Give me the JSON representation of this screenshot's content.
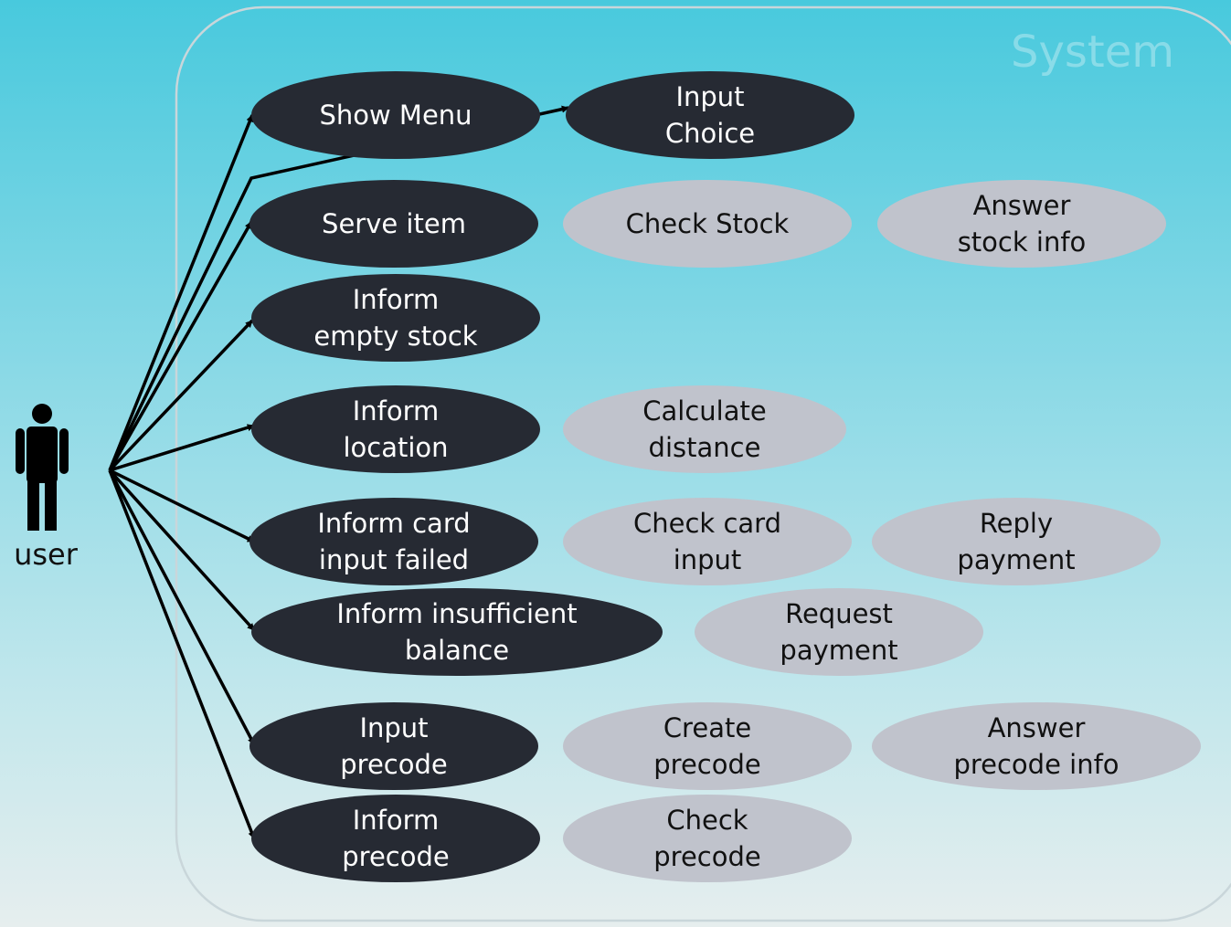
{
  "system": {
    "title": "System"
  },
  "actor": {
    "label": "user",
    "icon": "person-icon"
  },
  "colors": {
    "primary_fill": "#262a33",
    "secondary_fill": "#c0c3cc",
    "boundary_stroke": "#c9d6da",
    "arrow": "#000000"
  },
  "primary_use_cases": [
    {
      "id": "show-menu",
      "lines": [
        "Show Menu"
      ]
    },
    {
      "id": "serve-item",
      "lines": [
        "Serve item"
      ]
    },
    {
      "id": "inform-empty-stock",
      "lines": [
        "Inform",
        "empty stock"
      ]
    },
    {
      "id": "inform-location",
      "lines": [
        "Inform",
        "location"
      ]
    },
    {
      "id": "inform-card-input-failed",
      "lines": [
        "Inform card",
        "input failed"
      ]
    },
    {
      "id": "inform-insufficient-balance",
      "lines": [
        "Inform insufficient",
        "balance"
      ]
    },
    {
      "id": "input-precode",
      "lines": [
        "Input",
        "precode"
      ]
    },
    {
      "id": "inform-precode",
      "lines": [
        "Inform",
        "precode"
      ]
    }
  ],
  "dark_secondary_use_cases": [
    {
      "id": "input-choice",
      "lines": [
        "Input",
        "Choice"
      ]
    }
  ],
  "secondary_use_cases": [
    {
      "id": "check-stock",
      "lines": [
        "Check Stock"
      ]
    },
    {
      "id": "answer-stock-info",
      "lines": [
        "Answer",
        "stock info"
      ]
    },
    {
      "id": "calculate-distance",
      "lines": [
        "Calculate",
        "distance"
      ]
    },
    {
      "id": "check-card-input",
      "lines": [
        "Check card",
        "input"
      ]
    },
    {
      "id": "reply-payment",
      "lines": [
        "Reply",
        "payment"
      ]
    },
    {
      "id": "request-payment",
      "lines": [
        "Request",
        "payment"
      ]
    },
    {
      "id": "create-precode",
      "lines": [
        "Create",
        "precode"
      ]
    },
    {
      "id": "answer-precode-info",
      "lines": [
        "Answer",
        "precode info"
      ]
    },
    {
      "id": "check-precode",
      "lines": [
        "Check",
        "precode"
      ]
    }
  ]
}
